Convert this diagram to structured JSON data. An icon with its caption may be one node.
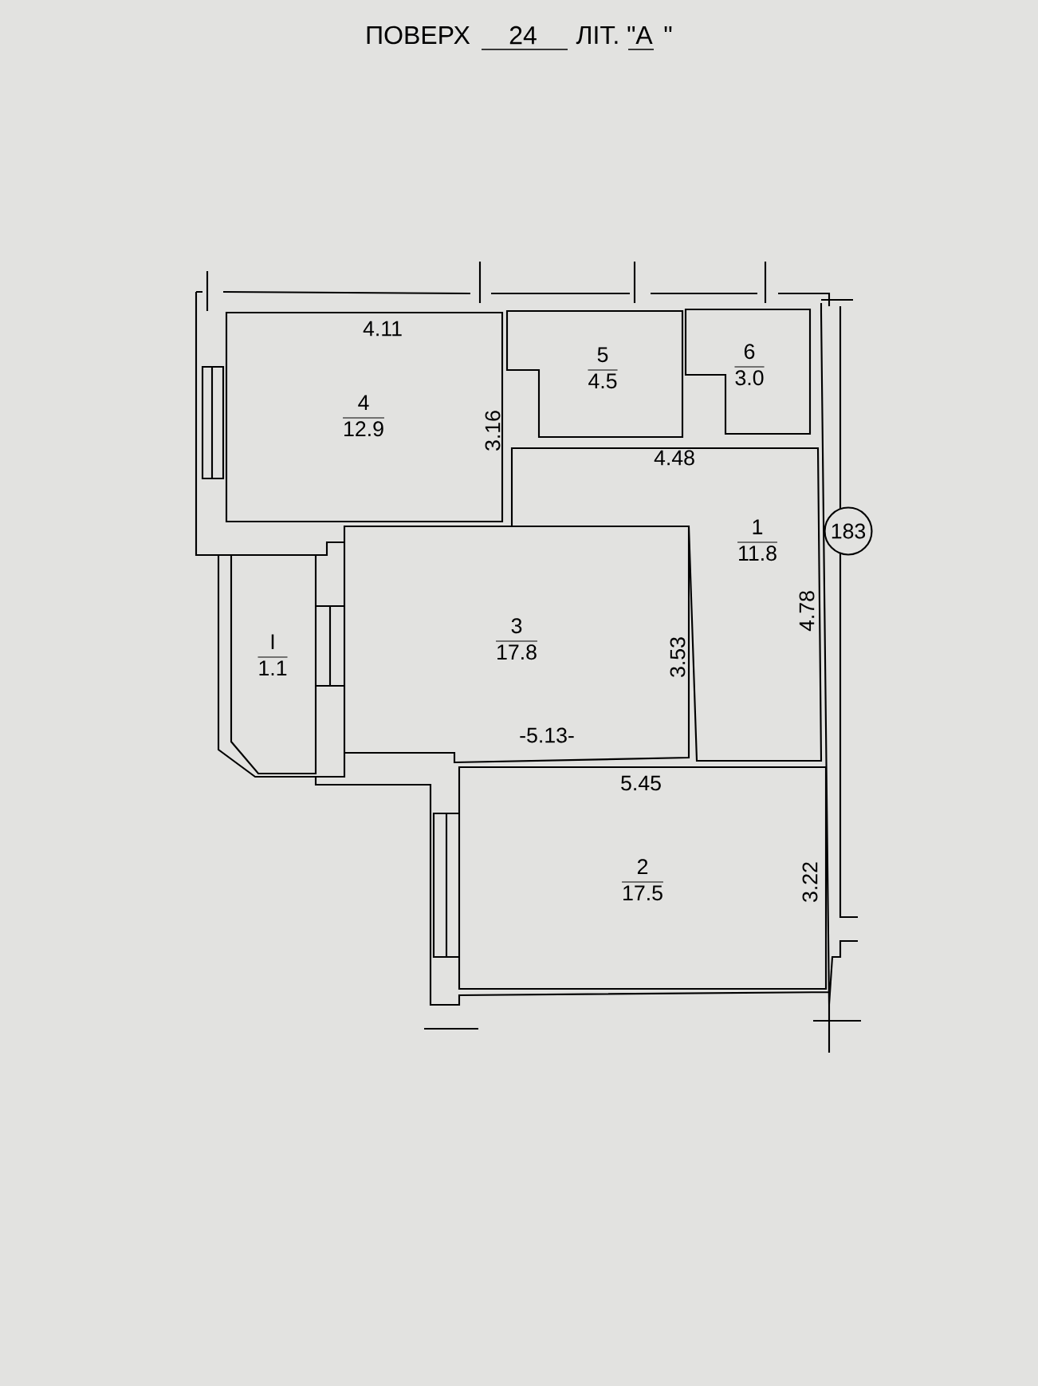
{
  "diagram": {
    "title": "ПОВЕРХ",
    "nodes": [
      {
        "text": [
          "4",
          "12.9"
        ]
      },
      {
        "text": [
          "5",
          "4.5"
        ]
      },
      {
        "text": [
          "6",
          "3.0"
        ]
      },
      {
        "text": [
          "1",
          "11.8"
        ]
      },
      {
        "text": [
          "183"
        ]
      },
      {
        "text": [
          "I",
          "1.1"
        ]
      },
      {
        "text": [
          "3",
          "17.8"
        ]
      },
      {
        "text": [
          "2",
          "17.5"
        ]
      }
    ],
    "labels": [
      "24",
      "ЛІТ. \"",
      "А",
      "\"",
      "4.11",
      "3.16",
      "4.48",
      "4.78",
      "3.53",
      "-5.13-",
      "5.45",
      "3.22"
    ]
  }
}
